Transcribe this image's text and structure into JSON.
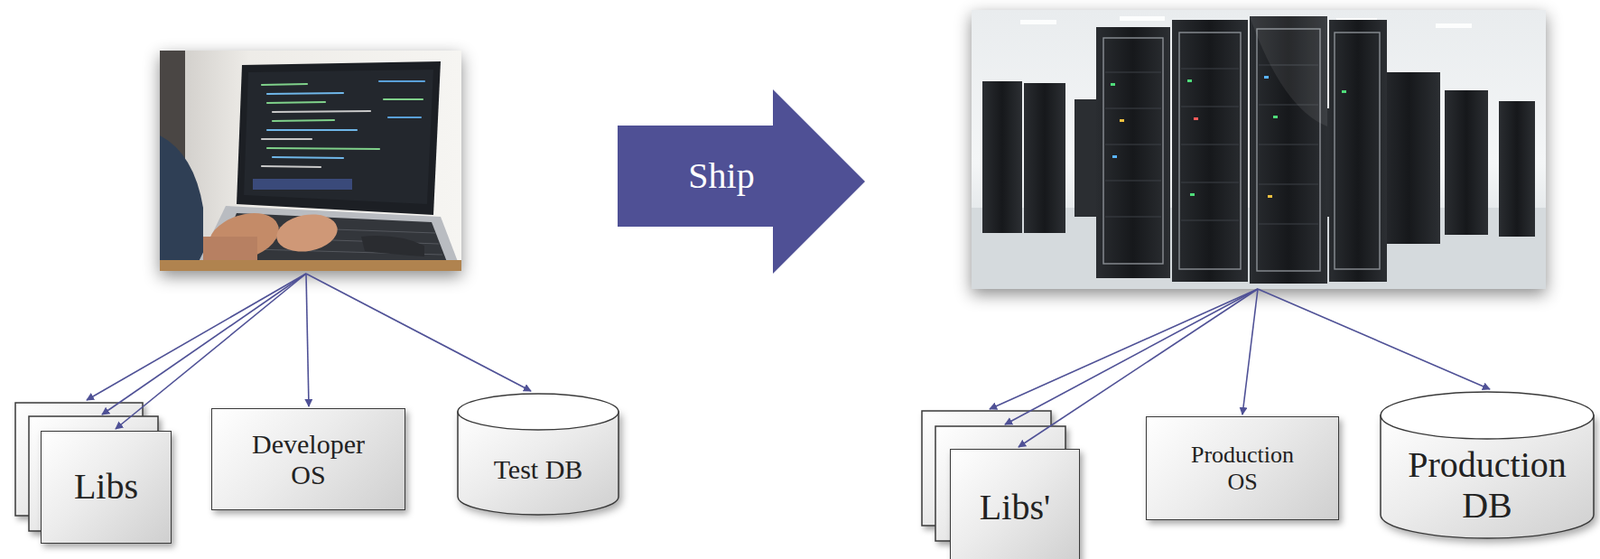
{
  "diagram": {
    "nodes": [
      {
        "text": [
          "Libs"
        ]
      },
      {
        "text": [
          "Developer OS"
        ]
      },
      {
        "text": [
          "Test DB"
        ]
      },
      {
        "text": [
          "Ship"
        ]
      },
      {
        "text": [
          "Libs'"
        ]
      },
      {
        "text": [
          "Production OS"
        ]
      },
      {
        "text": [
          "Production DB"
        ]
      }
    ]
  }
}
